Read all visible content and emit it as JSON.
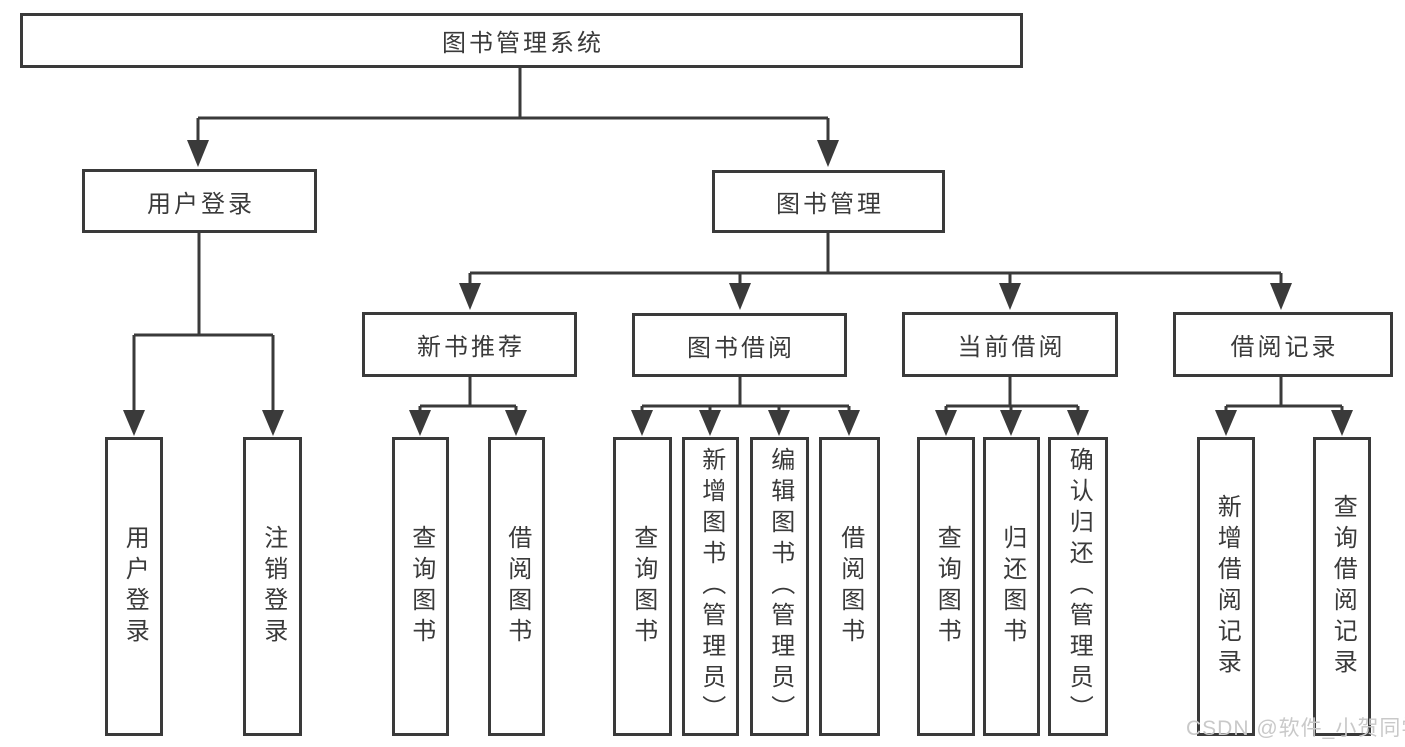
{
  "diagram": {
    "type": "hierarchy-tree",
    "root": {
      "label": "图书管理系统"
    },
    "branches": [
      {
        "label": "用户登录",
        "leaves": [
          {
            "label": "用户登录"
          },
          {
            "label": "注销登录"
          }
        ]
      },
      {
        "label": "图书管理",
        "groups": [
          {
            "label": "新书推荐",
            "leaves": [
              {
                "label": "查询图书"
              },
              {
                "label": "借阅图书"
              }
            ]
          },
          {
            "label": "图书借阅",
            "leaves": [
              {
                "label": "查询图书"
              },
              {
                "label": "新增图书（管理员）"
              },
              {
                "label": "编辑图书（管理员）"
              },
              {
                "label": "借阅图书"
              }
            ]
          },
          {
            "label": "当前借阅",
            "leaves": [
              {
                "label": "查询图书"
              },
              {
                "label": "归还图书"
              },
              {
                "label": "确认归还（管理员）"
              }
            ]
          },
          {
            "label": "借阅记录",
            "leaves": [
              {
                "label": "新增借阅记录"
              },
              {
                "label": "查询借阅记录"
              }
            ]
          }
        ]
      }
    ],
    "watermark": "CSDN @软件_小贺同学",
    "colors": {
      "line": "#3a3a3a",
      "text": "#3a3a3a",
      "watermark": "#c9c9c9",
      "background": "#ffffff"
    }
  }
}
